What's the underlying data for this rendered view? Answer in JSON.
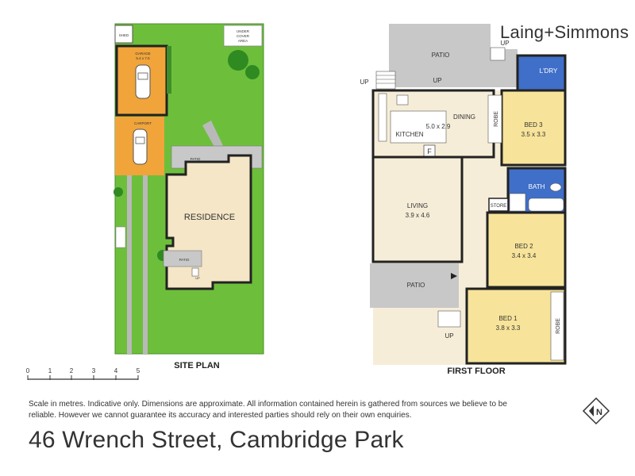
{
  "brand": "Laing+Simmons",
  "site_plan": {
    "title": "SITE PLAN",
    "shed": "SHED",
    "under_cover_area": [
      "UNDER",
      "COVER",
      "AREA"
    ],
    "garage_label": "GARAGE",
    "garage_size": "5.4 x 7.6",
    "carport_label": "CARPORT",
    "patio_top": "PATIO",
    "patio_bottom": "PATIO",
    "residence": "RESIDENCE",
    "up": "UP"
  },
  "scale_bar": {
    "ticks": [
      "0",
      "1",
      "2",
      "3",
      "4",
      "5"
    ]
  },
  "floor_plan": {
    "title": "FIRST FLOOR",
    "up": "UP",
    "rooms": {
      "patio_top": "PATIO",
      "laundry": "L'DRY",
      "dining": "DINING",
      "kitchen": "KITCHEN",
      "kitchen_dining_size": "5.0 x 2.9",
      "fridge": "F",
      "robe": "ROBE",
      "bed3": "BED 3",
      "bed3_size": "3.5 x 3.3",
      "bath": "BATH",
      "store": "STORE",
      "living": "LIVING",
      "living_size": "3.9 x 4.6",
      "bed2": "BED 2",
      "bed2_size": "3.4 x 3.4",
      "patio_bottom": "PATIO",
      "bed1": "BED 1",
      "bed1_size": "3.8 x 3.3"
    }
  },
  "disclaimer": "Scale in metres. Indicative only. Dimensions are approximate.  All information contained herein is gathered from sources we believe to be reliable. However we cannot guarantee its accuracy and interested parties should rely on their own enquiries.",
  "address": "46 Wrench Street, Cambridge Park",
  "compass_letter": "N",
  "colors": {
    "lawn": "#6dbf3b",
    "garage": "#f0a43a",
    "residence": "#f4e6c6",
    "bedroom": "#f7e49a",
    "wet_area": "#3f6fc8",
    "patio": "#c8c8c8",
    "living": "#f6edd8"
  }
}
